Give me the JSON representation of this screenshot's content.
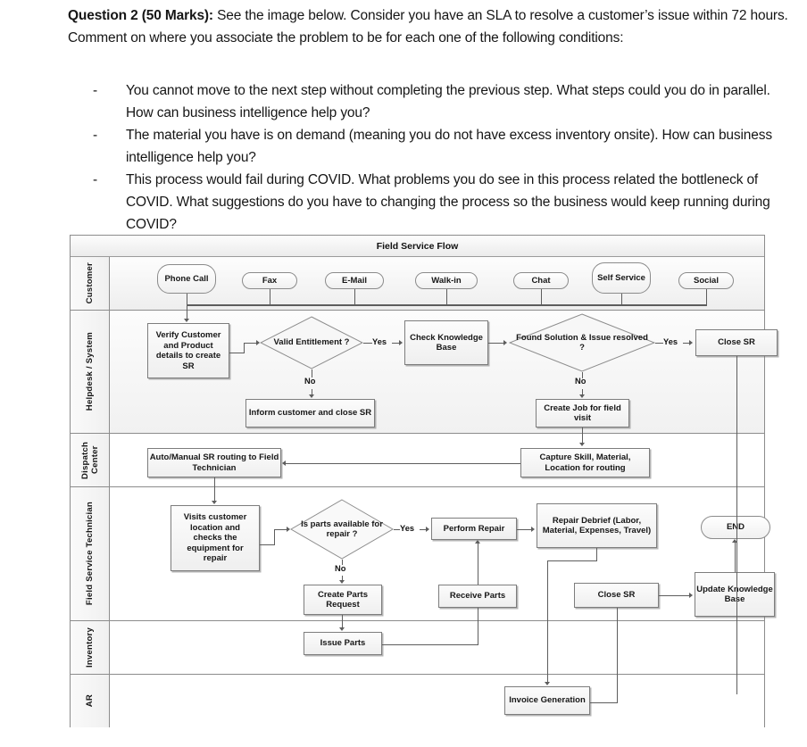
{
  "question": {
    "heading": "Question 2 (50 Marks):",
    "lead": " See the image below. Consider you have an SLA to resolve a customer’s issue within 72 hours. Comment on where you associate the problem to be for each one of the following conditions:",
    "bullet_marker": "-",
    "bullets": [
      "You cannot move to the next step without completing the previous step. What steps could you do in parallel. How can business intelligence help you?",
      "The material you have is on demand (meaning you do not have excess inventory onsite). How can business intelligence help you?",
      "This process would fail during COVID. What problems you do see in this process related the bottleneck of COVID. What suggestions do you have to changing the process so the business would keep running during COVID?"
    ]
  },
  "diagram": {
    "title": "Field Service Flow",
    "lanes": [
      {
        "label": "Customer"
      },
      {
        "label": "Helpdesk / System"
      },
      {
        "label": "Dispatch Center"
      },
      {
        "label": "Field Service Technician"
      },
      {
        "label": "Inventory"
      },
      {
        "label": "AR"
      }
    ],
    "customer_channels": [
      "Phone Call",
      "Fax",
      "E-Mail",
      "Walk-in",
      "Chat",
      "Self Service",
      "Social"
    ],
    "nodes": {
      "verify_customer": "Verify Customer and Product details to create SR",
      "valid_entitlement": "Valid Entitlement ?",
      "inform_customer": "Inform customer and close SR",
      "check_knowledge_base": "Check Knowledge Base",
      "found_solution": "Found Solution & Issue resolved ?",
      "create_job": "Create Job for field visit",
      "close_sr_helpdesk": "Close SR",
      "auto_manual_routing": "Auto/Manual SR routing to Field Technician",
      "capture_skill": "Capture Skill, Material, Location for routing",
      "visits_customer": "Visits customer location and checks the equipment for repair",
      "is_parts_available": "Is parts available for repair ?",
      "create_parts_request": "Create Parts Request",
      "perform_repair": "Perform Repair",
      "receive_parts": "Receive Parts",
      "repair_debrief": "Repair Debrief (Labor, Material, Expenses, Travel)",
      "close_sr_tech": "Close SR",
      "update_knowledge_base": "Update Knowledge Base",
      "end": "END",
      "issue_parts": "Issue Parts",
      "invoice_generation": "Invoice Generation"
    },
    "edge_labels": {
      "yes1": "Yes",
      "no1": "No",
      "yes2": "Yes",
      "no2": "No",
      "yes3": "Yes",
      "no3": "No"
    },
    "colors": {
      "frame": "#8c8c8c",
      "shape_border": "#7d7d7d",
      "connector": "#5d5d5d",
      "text": "#161616"
    }
  }
}
